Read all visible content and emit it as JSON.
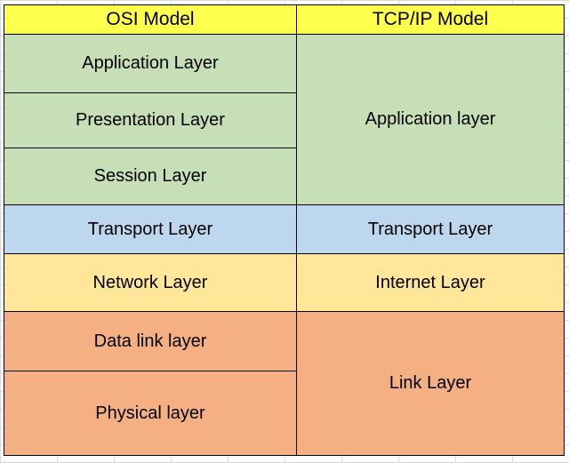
{
  "colors": {
    "header": "#ffff4d",
    "application": "#c6dfb6",
    "transport": "#bdd7ee",
    "network": "#ffe699",
    "link": "#f4b083"
  },
  "osi": {
    "title": "OSI Model",
    "layers": [
      "Application Layer",
      "Presentation Layer",
      "Session Layer",
      "Transport Layer",
      "Network Layer",
      "Data link layer",
      "Physical layer"
    ]
  },
  "tcpip": {
    "title": "TCP/IP Model",
    "layers": [
      "Application layer",
      "Transport Layer",
      "Internet Layer",
      "Link Layer"
    ]
  }
}
